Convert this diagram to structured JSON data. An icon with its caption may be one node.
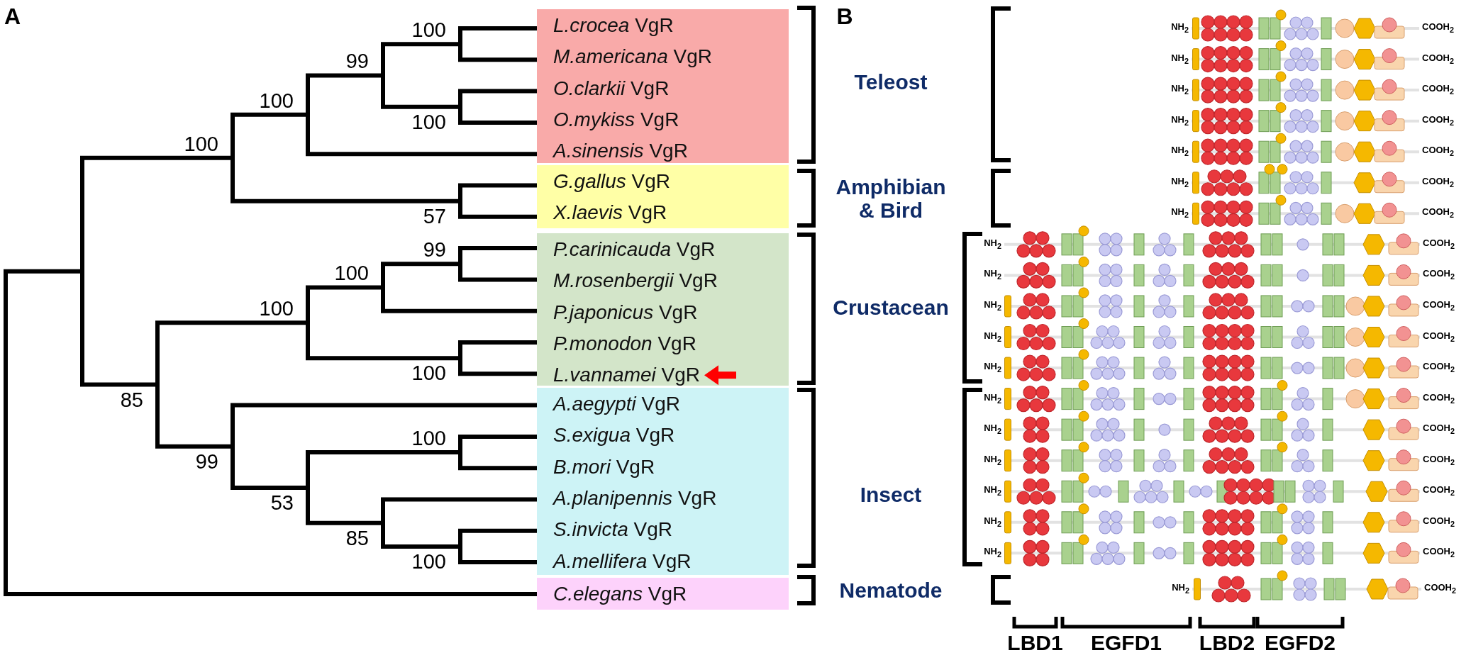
{
  "diagram": {
    "nodes": [
      {
        "text": [],
        "shape": "box"
      },
      {
        "text": [
          "*L.crocea* VgR"
        ],
        "in": 0
      },
      {
        "text": [
          "*M.americana* VgR"
        ],
        "in": 0
      },
      {
        "text": [
          "*O.clarkii* VgR"
        ],
        "in": 0
      },
      {
        "text": [
          "*O.mykiss* VgR"
        ],
        "in": 0
      },
      {
        "text": [
          "*A.sinensis* VgR"
        ],
        "in": 0
      },
      {
        "text": [],
        "shape": "box"
      },
      {
        "text": [
          "*G.gallus* VgR"
        ],
        "in": 6
      },
      {
        "text": [
          "*X.laevis* VgR"
        ],
        "in": 6
      },
      {
        "text": [],
        "shape": "box"
      },
      {
        "text": [
          "*P.carinicauda* VgR"
        ],
        "in": 9
      },
      {
        "text": [
          "*M.rosenbergii* VgR"
        ],
        "in": 9
      },
      {
        "text": [
          "*P.japonicus* VgR"
        ],
        "in": 9
      },
      {
        "text": [
          "*P.monodon* VgR"
        ],
        "in": 9
      },
      {
        "text": [
          "*L.vannamei* VgR"
        ],
        "in": 9
      },
      {
        "text": [],
        "shape": "box"
      },
      {
        "text": [
          "*A.aegypti* VgR"
        ],
        "in": 15
      },
      {
        "text": [
          "*S.exigua* VgR"
        ],
        "in": 15
      },
      {
        "text": [
          "*B.mori* VgR"
        ],
        "in": 15
      },
      {
        "text": [
          "*A.planipennis* VgR"
        ],
        "in": 15
      },
      {
        "text": [
          "*S.invicta* VgR"
        ],
        "in": 15
      },
      {
        "text": [
          "*A.mellifera* VgR"
        ],
        "in": 15
      },
      {
        "text": [],
        "shape": "box"
      },
      {
        "text": [
          "*C.elegans* VgR"
        ],
        "in": 22
      }
    ],
    "edges": [
      {
        "from": null,
        "to": 14,
        "arrow": "to",
        "color": "#ff0000"
      }
    ],
    "labels": [
      "A",
      "100",
      "99",
      "100",
      "100",
      "100",
      "57",
      "99",
      "100",
      "100",
      "100",
      "85",
      "100",
      "99",
      "53",
      "85",
      "100",
      "B",
      "Teleost",
      "Amphibian & Bird",
      "Crustacean",
      "Insect",
      "Nematode",
      "NH$_{2}$",
      "COOH$_{2}$",
      "NH$_{2}$",
      "COOH$_{2}$",
      "NH$_{2}$",
      "COOH$_{2}$",
      "NH$_{2}$",
      "COOH$_{2}$",
      "NH$_{2}$",
      "COOH$_{2}$",
      "NH$_{2}$",
      "COOH$_{2}$",
      "NH$_{2}$",
      "COOH$_{2}$",
      "NH$_{2}$",
      "COOH$_{2}$",
      "NH$_{2}$",
      "COOH$_{2}$",
      "NH$_{2}$",
      "COOH$_{2}$",
      "NH$_{2}$",
      "COOH$_{2}$",
      "NH$_{2}$",
      "COOH$_{2}$",
      "NH$_{2}$",
      "COOH$_{2}$",
      "NH$_{2}$",
      "COOH$_{2}$",
      "NH$_{2}$",
      "COOH$_{2}$",
      "NH$_{2}$",
      "COOH$_{2}$",
      "NH$_{2}$",
      "COOH$_{2}$",
      "NH$_{2}$",
      "COOH$_{2}$",
      "NH$_{2}$",
      "COOH$_{2}$",
      "LBD1",
      "EGFD1",
      "LBD2",
      "EGFD2"
    ]
  }
}
